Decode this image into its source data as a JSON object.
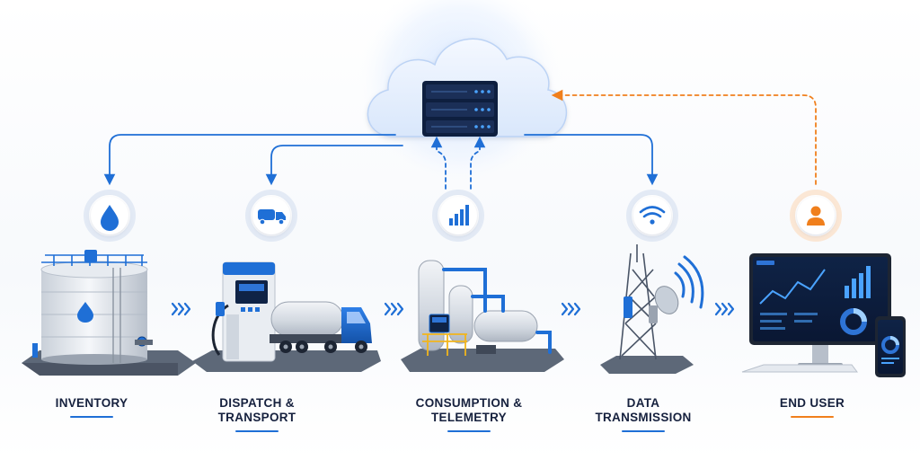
{
  "colors": {
    "primary_blue": "#1f6fd6",
    "accent_orange": "#f07f1c",
    "label_dark": "#16213e"
  },
  "cloud": {
    "icon": "cloud-server-icon"
  },
  "stages": [
    {
      "id": "inventory",
      "label_lines": [
        "INVENTORY"
      ],
      "icon": "water-drop-icon",
      "accent": "blue"
    },
    {
      "id": "dispatch",
      "label_lines": [
        "DISPATCH &",
        "TRANSPORT"
      ],
      "icon": "truck-icon",
      "accent": "blue"
    },
    {
      "id": "consumption",
      "label_lines": [
        "CONSUMPTION &",
        "TELEMETRY"
      ],
      "icon": "bar-chart-icon",
      "accent": "blue"
    },
    {
      "id": "transmission",
      "label_lines": [
        "DATA",
        "TRANSMISSION"
      ],
      "icon": "wifi-icon",
      "accent": "blue"
    },
    {
      "id": "end-user",
      "label_lines": [
        "END USER"
      ],
      "icon": "user-icon",
      "accent": "orange"
    }
  ]
}
